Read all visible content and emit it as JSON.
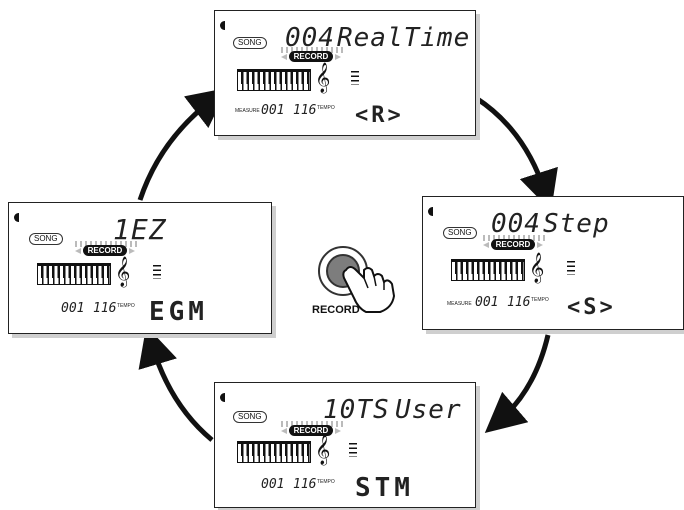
{
  "button": {
    "label": "RECORD"
  },
  "panels": [
    {
      "id": "realtime",
      "song": "SONG",
      "track": "004",
      "mode": "RealTime",
      "record": "RECORD",
      "measure_label": "MEASURE",
      "measure": "001",
      "tempo": "116",
      "tempo_label": "TEMPO",
      "pattern": "<R>"
    },
    {
      "id": "step",
      "song": "SONG",
      "track": "004",
      "mode": "Step",
      "record": "RECORD",
      "measure_label": "MEASURE",
      "measure": "001",
      "tempo": "116",
      "tempo_label": "TEMPO",
      "pattern": "<S>"
    },
    {
      "id": "user",
      "song": "SONG",
      "track": "10TS",
      "mode": "User",
      "record": "RECORD",
      "measure": "001",
      "tempo": "116",
      "tempo_label": "TEMPO",
      "pattern": "STM"
    },
    {
      "id": "ez",
      "song": "SONG",
      "track": "1EZ",
      "mode": "",
      "record": "RECORD",
      "measure": "001",
      "tempo": "116",
      "tempo_label": "TEMPO",
      "pattern": "EGM"
    }
  ]
}
